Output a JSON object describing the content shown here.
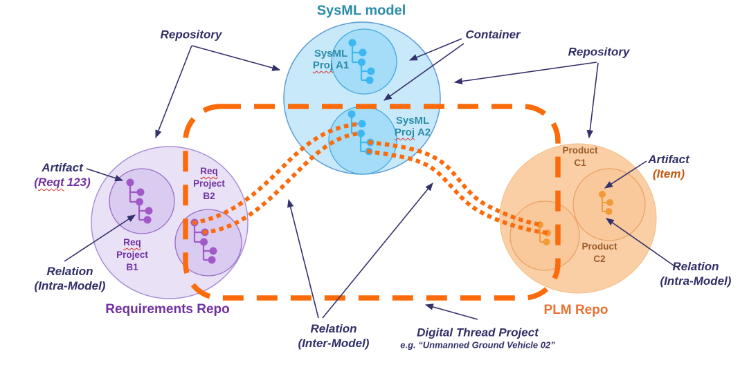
{
  "sysml": {
    "title": "SysML model",
    "proj_a1": {
      "line1": "SysML",
      "proj": "Proj",
      "id": "A1"
    },
    "proj_a2": {
      "line1": "SysML",
      "proj": "Proj",
      "id": "A2"
    }
  },
  "requirements": {
    "title": "Requirements Repo",
    "b1": {
      "req": "Req",
      "project": "Project",
      "id": "B1"
    },
    "b2": {
      "req": "Req",
      "project": "Project",
      "id": "B2"
    }
  },
  "plm": {
    "title": "PLM Repo",
    "c1": {
      "line1": "Product",
      "id": "C1"
    },
    "c2": {
      "line1": "Product",
      "id": "C2"
    }
  },
  "annotations": {
    "repository_left": "Repository",
    "repository_right": "Repository",
    "container": "Container",
    "artifact_left": {
      "title": "Artifact",
      "paren": "(",
      "word": "Reqt",
      "rest": "123)"
    },
    "relation_left": {
      "line1": "Relation",
      "line2": "(Intra-Model)"
    },
    "artifact_right": {
      "title": "Artifact",
      "sub": "(Item)"
    },
    "relation_right": {
      "line1": "Relation",
      "line2": "(Intra-Model)"
    },
    "relation_inter": {
      "line1": "Relation",
      "line2": "(Inter-Model)"
    },
    "digital_thread": {
      "line1": "Digital Thread Project",
      "line2": "e.g. “Unmanned Ground Vehicle 02”"
    }
  },
  "colors": {
    "annotation_navy": "#312E67",
    "sysml_teal": "#2B8CA9",
    "requirements_purple": "#7030A0",
    "thread_orange": "#FB6B0C",
    "plm_orange": "#E97132",
    "product_brown": "#9C5A28",
    "item_orange": "#C55A11"
  }
}
